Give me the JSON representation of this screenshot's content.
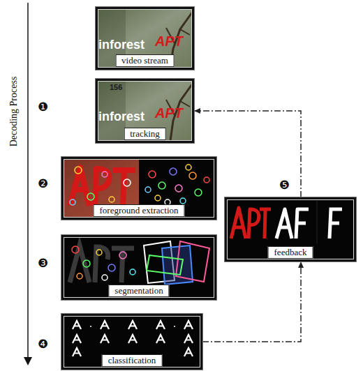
{
  "diagram": {
    "nodes": [
      {
        "text": [
          "video stream"
        ]
      },
      {
        "text": [
          "tracking"
        ]
      },
      {
        "text": [
          "foreground extraction"
        ]
      },
      {
        "text": [
          "segmentation"
        ]
      },
      {
        "text": [
          "classification"
        ]
      },
      {
        "text": [
          "feedback"
        ]
      }
    ],
    "edges": [
      {
        "from": 4,
        "to": 5,
        "arrow": "to"
      },
      {
        "from": 5,
        "to": 1,
        "arrow": "to"
      }
    ],
    "labels": [
      "Decoding Process",
      "❶",
      "❷",
      "❸",
      "❹",
      "❺",
      "inforest",
      "APT",
      "inforest",
      "APT",
      "156"
    ]
  }
}
